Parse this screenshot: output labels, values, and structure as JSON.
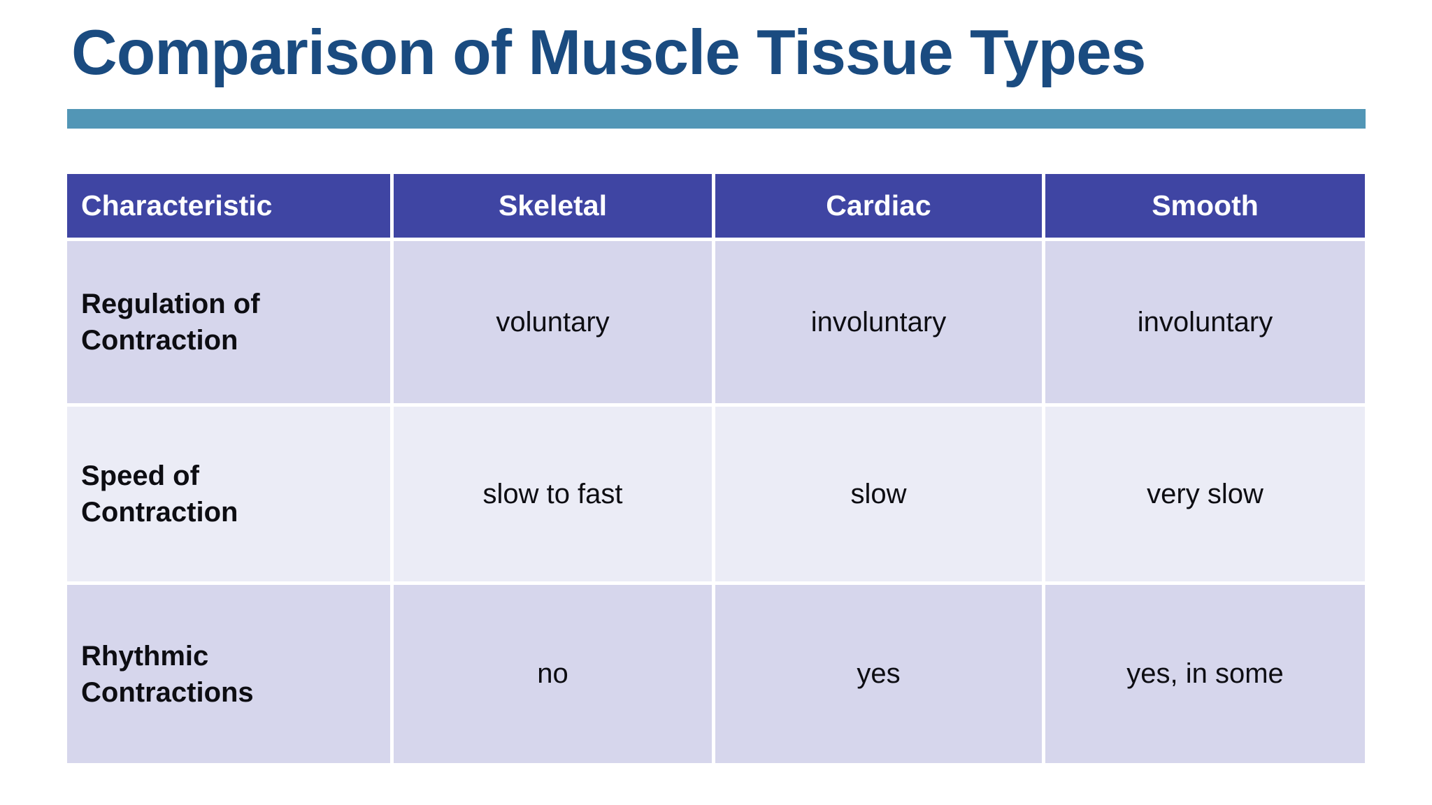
{
  "slide": {
    "title": "Comparison of Muscle Tissue Types",
    "title_color": "#1A4B80",
    "accent_bar_color": "#5296B6"
  },
  "table": {
    "header_bg": "#3F45A3",
    "header_text_color": "#FFFFFF",
    "row_shade_dark": "#D6D6EC",
    "row_shade_light": "#EBECF6",
    "columns": [
      "Characteristic",
      "Skeletal",
      "Cardiac",
      "Smooth"
    ],
    "rows": [
      {
        "label": "Regulation of Contraction",
        "values": [
          "voluntary",
          "involuntary",
          "involuntary"
        ]
      },
      {
        "label": "Speed of Contraction",
        "values": [
          "slow to fast",
          "slow",
          "very slow"
        ]
      },
      {
        "label": "Rhythmic Contractions",
        "values": [
          "no",
          "yes",
          "yes, in some"
        ]
      }
    ]
  }
}
